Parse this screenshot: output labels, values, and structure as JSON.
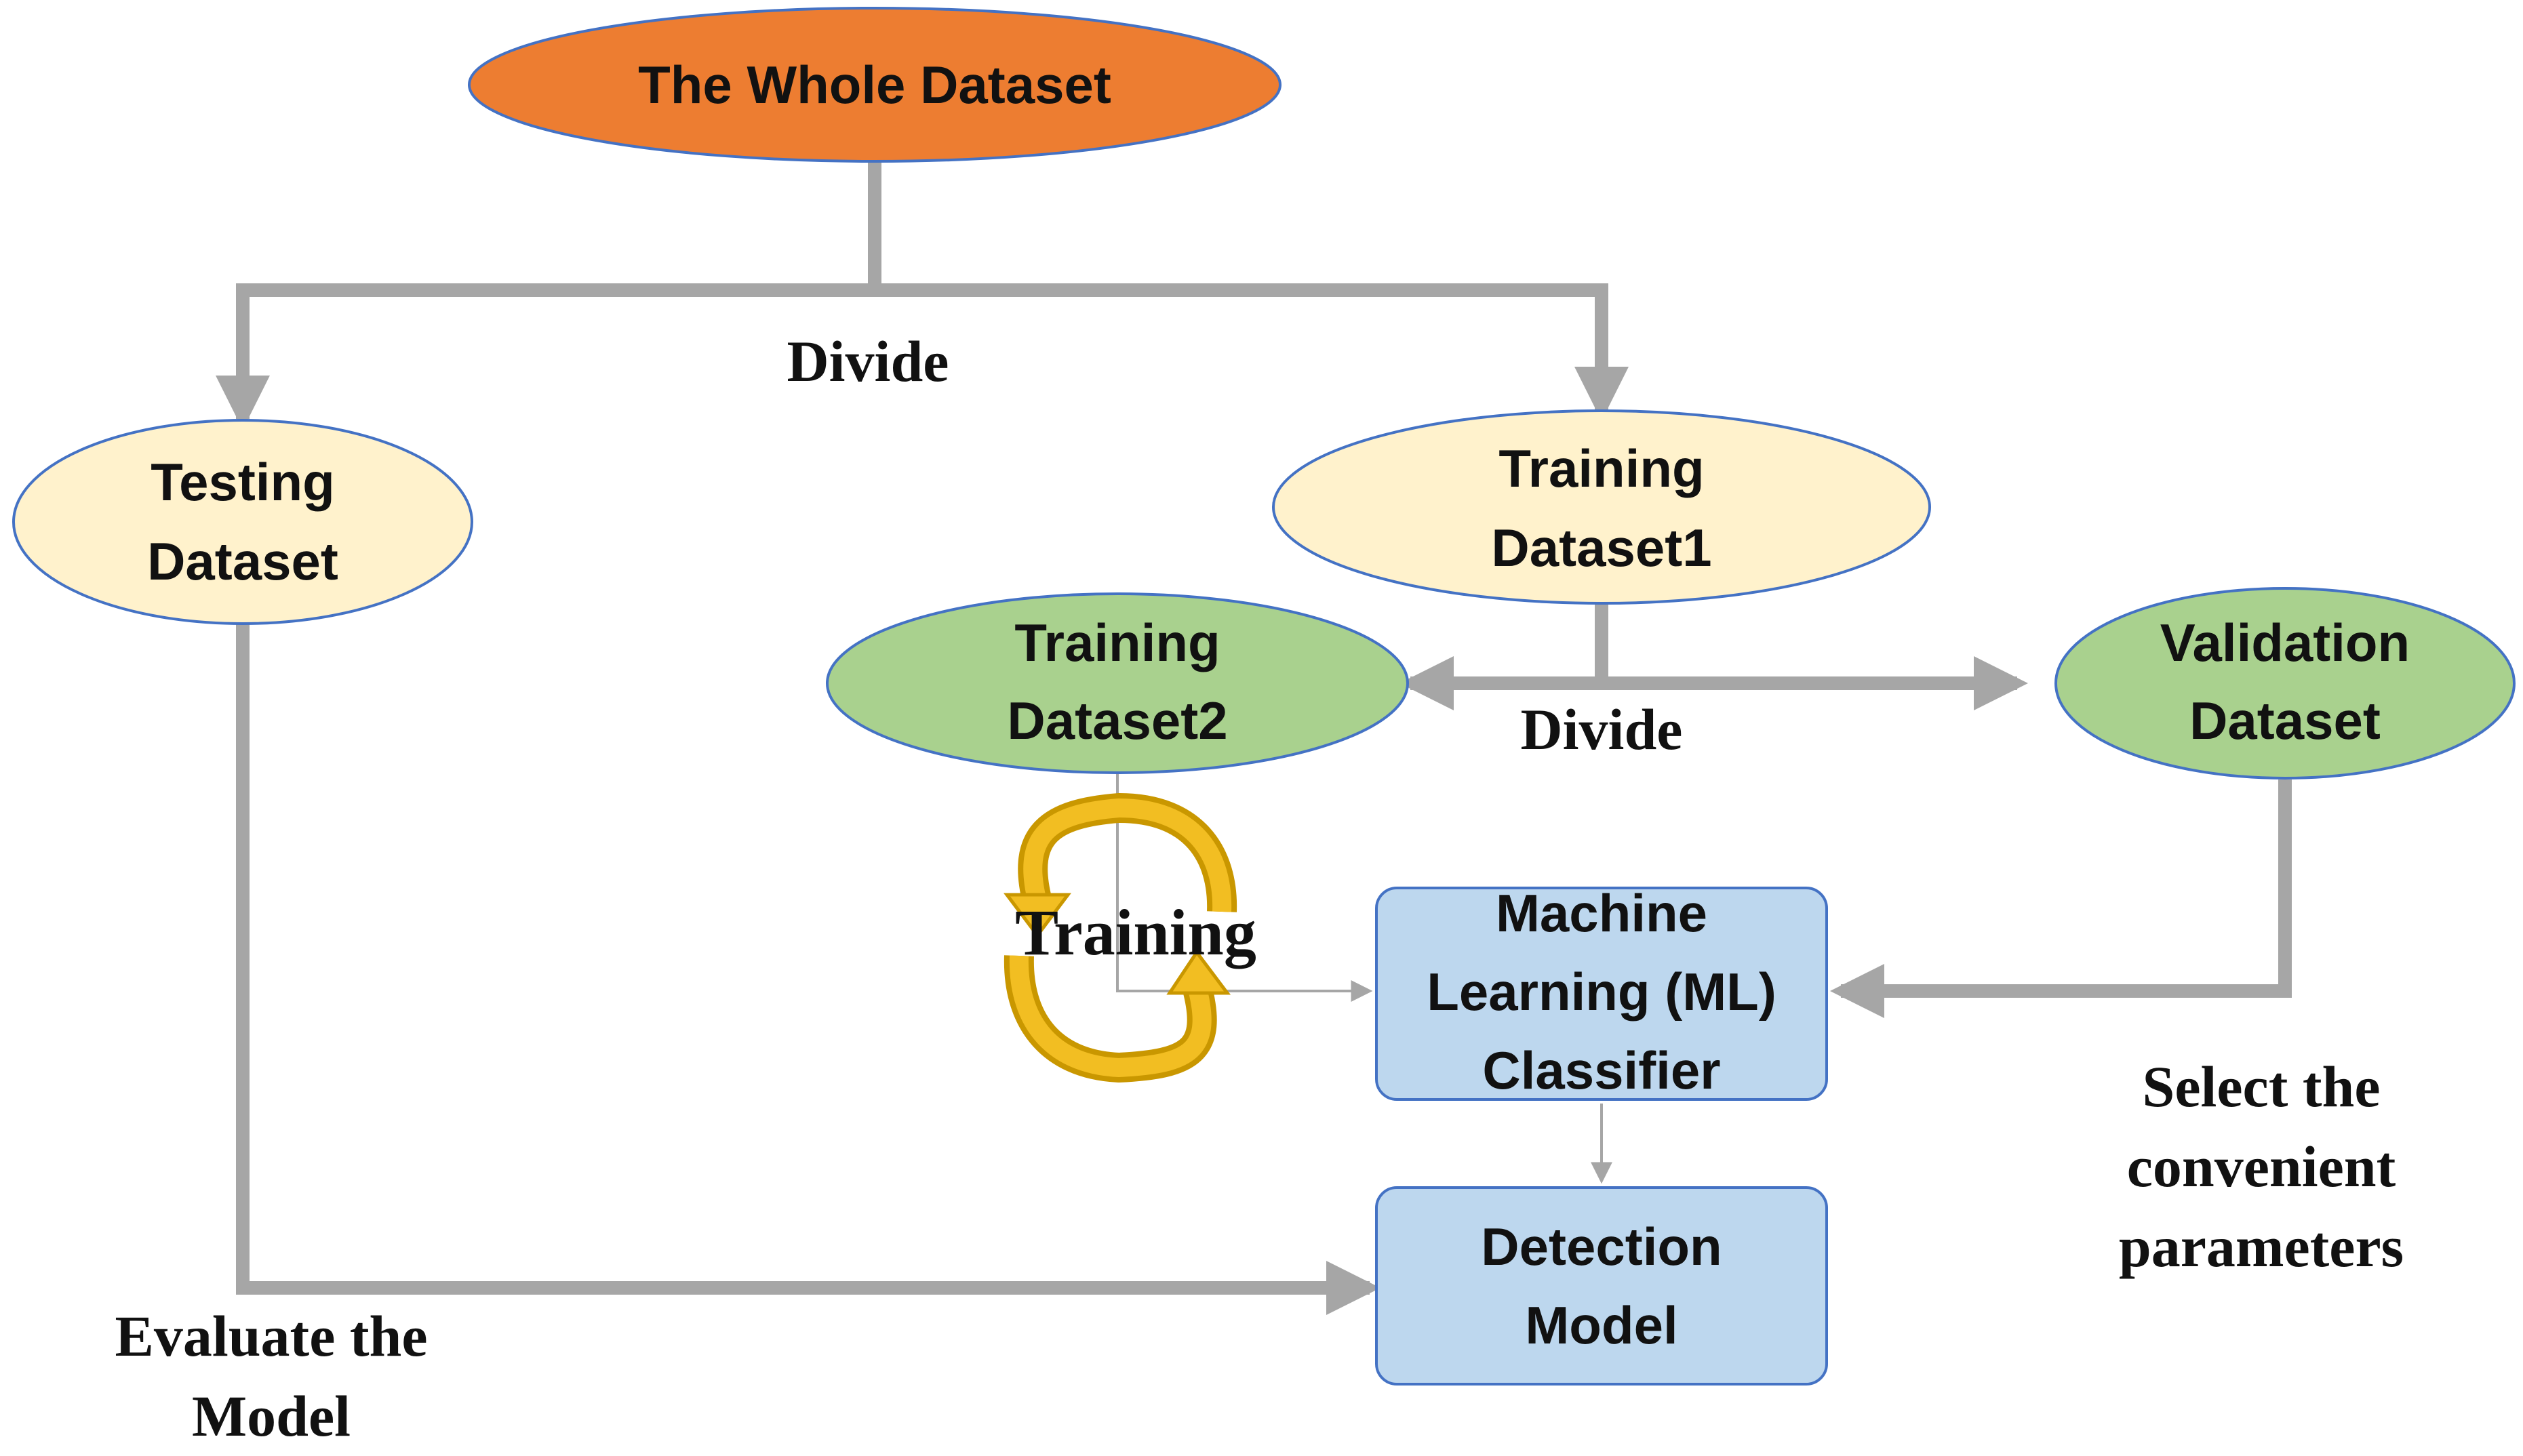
{
  "nodes": {
    "whole_dataset": "The Whole Dataset",
    "testing": [
      "Testing",
      "Dataset"
    ],
    "training1": [
      "Training",
      "Dataset1"
    ],
    "training2": [
      "Training",
      "Dataset2"
    ],
    "validation": [
      "Validation",
      "Dataset"
    ],
    "classifier": [
      "Machine",
      "Learning (ML)",
      "Classifier"
    ],
    "detection": [
      "Detection",
      "Model"
    ]
  },
  "labels": {
    "divide_top": "Divide",
    "divide_mid": "Divide",
    "training": "Training",
    "select": [
      "Select the",
      "convenient",
      "parameters"
    ],
    "evaluate": [
      "Evaluate the",
      "Model"
    ]
  },
  "colors": {
    "orange": "#ED7D31",
    "cream": "#FFF2CC",
    "green": "#A9D18E",
    "blue": "#BDD7EE",
    "arrow": "#A6A6A6",
    "loop": "#E5A800"
  }
}
